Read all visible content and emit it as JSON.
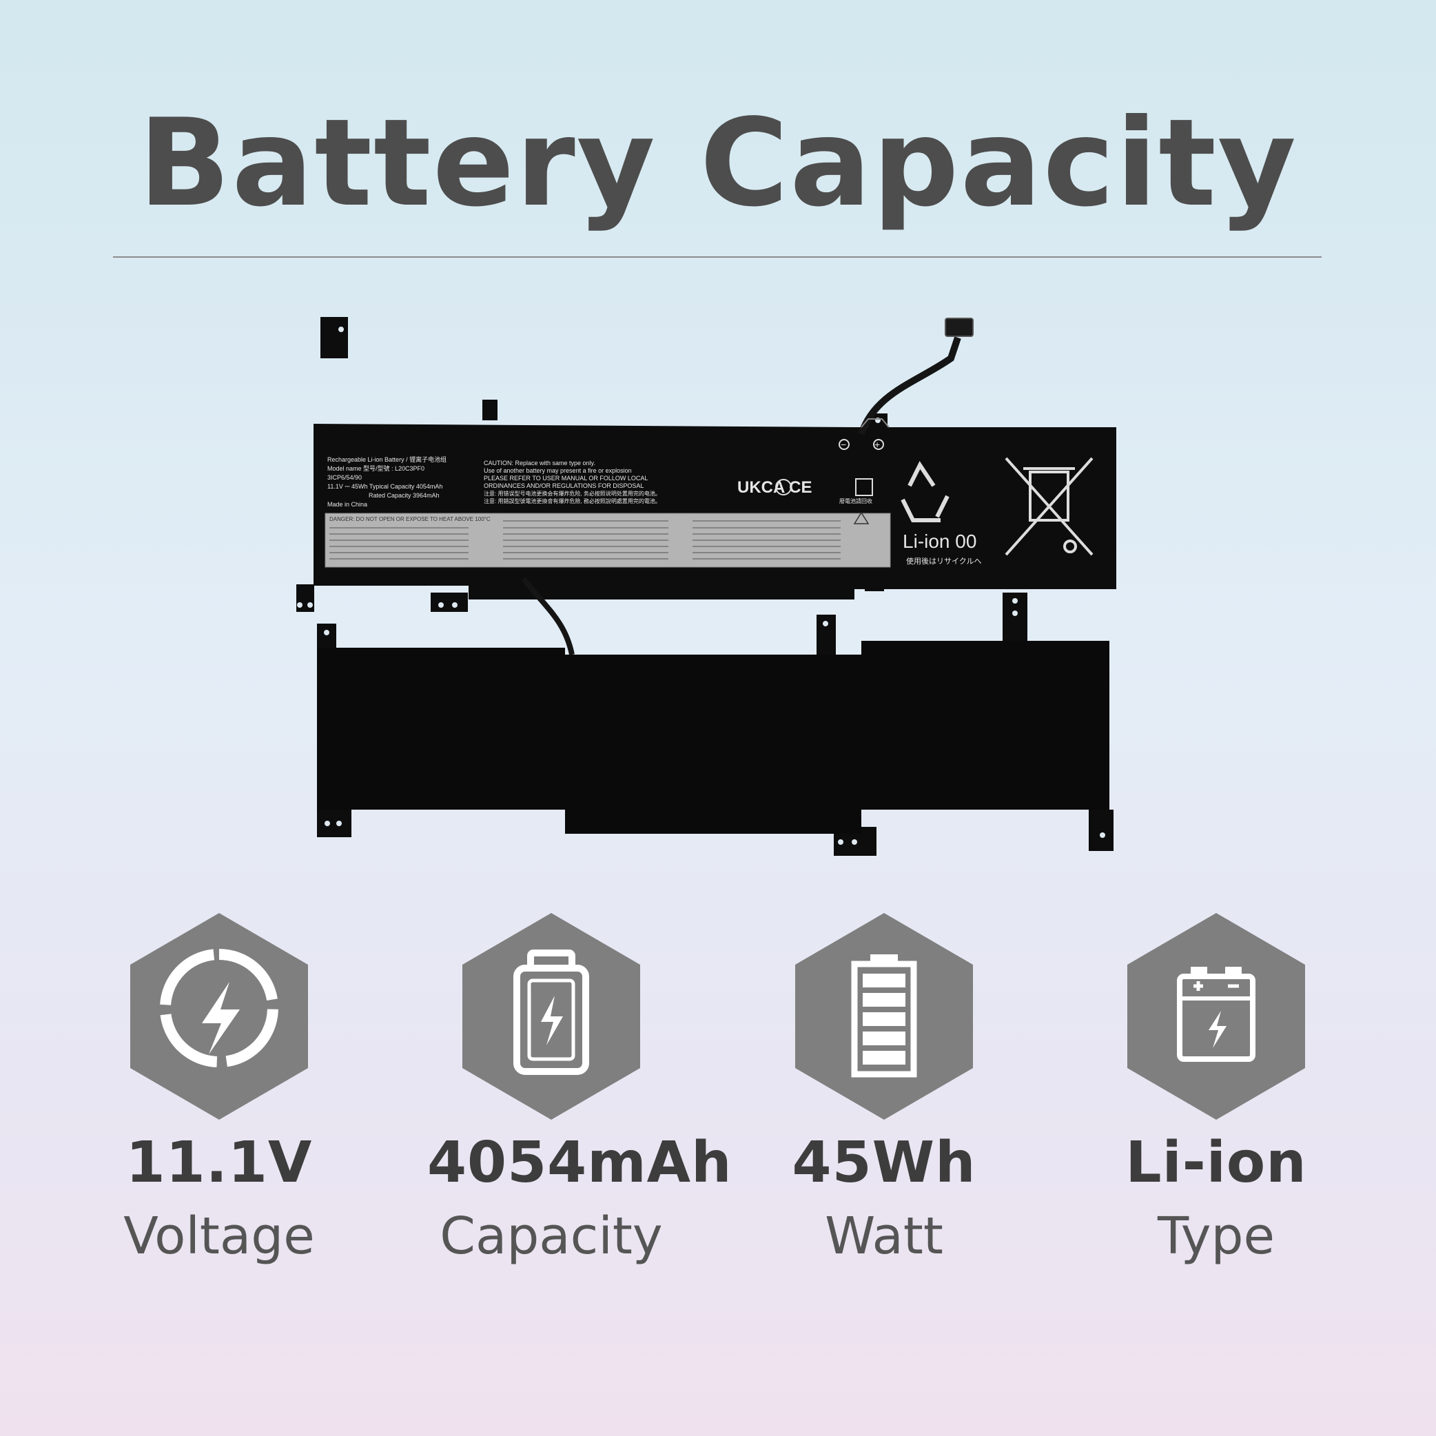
{
  "title": "Battery Capacity",
  "battery_label": {
    "line1": "Rechargeable Li-ion Battery / 锂离子电池组",
    "line2": "Model name 型号/型號 : L20C3PF0",
    "line3": "3ICP6/54/90",
    "line4": "11.1V ⎓ 45Wh Typical Capacity 4054mAh",
    "line5": "Rated Capacity 3964mAh",
    "line6": "Made in China",
    "caution1": "CAUTION: Replace with same type only.",
    "caution2": "Use of another battery may present a fire or explosion",
    "caution3": "PLEASE REFER TO USER MANUAL OR FOLLOW LOCAL",
    "caution4": "ORDINANCES AND/OR REGULATIONS FOR DISPOSAL",
    "caution5": "注意: 用错误型号电池更换会有爆炸危险, 务必按照说明处置用完的电池。",
    "caution6": "注意: 用錯誤型號電池更換會有爆炸危險, 務必按照說明處置用完的電池。",
    "danger": "DANGER: DO NOT OPEN OR EXPOSE TO HEAT ABOVE 100°C",
    "marks": "UKCA  CE",
    "recycle_text": "Li-ion 00",
    "recycle_jp": "使用後はリサイクルへ",
    "recycle_cn": "廢電池請回收"
  },
  "specs": [
    {
      "icon": "voltage-bolt-icon",
      "value": "11.1V",
      "label": "Voltage"
    },
    {
      "icon": "battery-charge-icon",
      "value": "4054mAh",
      "label": "Capacity"
    },
    {
      "icon": "battery-level-icon",
      "value": "45Wh",
      "label": "Watt"
    },
    {
      "icon": "battery-terminals-icon",
      "value": "Li-ion",
      "label": "Type"
    }
  ],
  "colors": {
    "hexagon": "#7f7f7f",
    "title": "#4d4d4d",
    "battery": "#0d0d0d"
  }
}
